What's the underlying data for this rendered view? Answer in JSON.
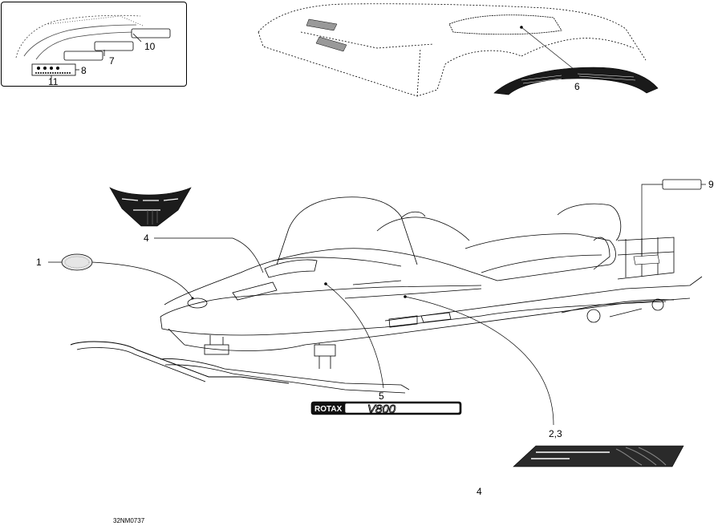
{
  "callouts": {
    "c1": "1",
    "c4a": "4",
    "c5": "5",
    "c23": "2,3",
    "c6": "6",
    "c7": "7",
    "c8": "8",
    "c9": "9",
    "c10": "10",
    "c11": "11"
  },
  "decals": {
    "rotax_text": "ROTAX",
    "v800_text": "V800"
  },
  "figure_code": "32NM0737",
  "bottom_number": "4"
}
